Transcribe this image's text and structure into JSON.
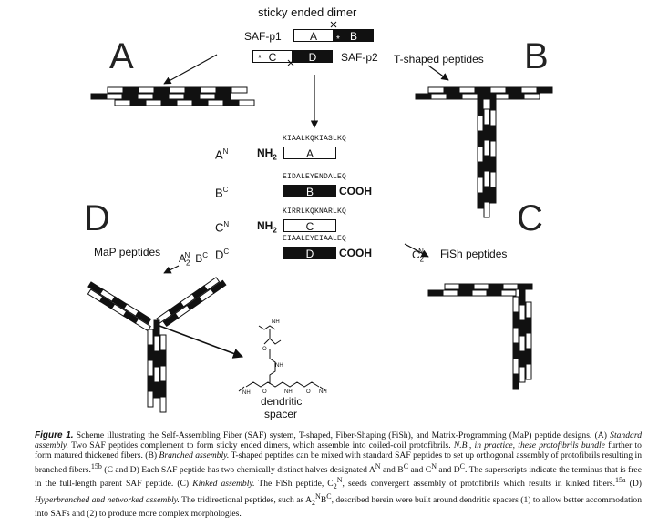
{
  "panels": {
    "A": "A",
    "B": "B",
    "C": "C",
    "D": "D"
  },
  "header": {
    "title": "sticky ended dimer",
    "saf_p1": "SAF-p1",
    "saf_p2": "SAF-p2",
    "box_a": "A",
    "box_b": "B",
    "box_c": "C",
    "box_d": "D"
  },
  "labels": {
    "t_shaped": "T-shaped peptides",
    "map_peptides": "MaP peptides",
    "fish_peptides": "FiSh peptides",
    "dendritic_1": "dendritic",
    "dendritic_2": "spacer"
  },
  "peptides": [
    {
      "name": "A",
      "sup": "N",
      "seq": "KIAALKQKIASLKQ",
      "box": "A",
      "term_left": "NH",
      "term_sub": "2",
      "term_right": ""
    },
    {
      "name": "B",
      "sup": "C",
      "seq": "EIDALEYENDALEQ",
      "box": "B",
      "term_left": "",
      "term_sub": "",
      "term_right": "COOH"
    },
    {
      "name": "C",
      "sup": "N",
      "seq": "KIRRLKQKNARLKQ",
      "box": "C",
      "term_left": "NH",
      "term_sub": "2",
      "term_right": ""
    },
    {
      "name": "D",
      "sup": "C",
      "seq": "EIAALEYEIAALEQ",
      "box": "D",
      "term_left": "",
      "term_sub": "",
      "term_right": "COOH"
    }
  ],
  "combo_labels": {
    "map_formula": "A",
    "map_sub": "2",
    "map_sup_n": "N",
    "map_b": "B",
    "map_sup_c": "C",
    "fish_c": "C",
    "fish_sub": "2",
    "fish_sup_n": "N"
  },
  "caption": {
    "figure_label": "Figure 1.",
    "text_1": " Scheme illustrating the Self-Assembling Fiber (SAF) system, T-shaped, Fiber-Shaping (FiSh), and Matrix-Programming (MaP) peptide designs. (A) ",
    "italic_1": "Standard assembly.",
    "text_2": " Two SAF peptides complement to form sticky ended dimers, which assemble into coiled-coil protofibrils. ",
    "italic_2": "N.B., in practice, these protofibrils bundle",
    "text_3": " further to form matured thickened fibers. (B) ",
    "italic_3": "Branched assembly.",
    "text_4": " T-shaped peptides can be mixed with standard SAF peptides to set up orthogonal assembly of protofibrils resulting in branched fibers.",
    "ref_1": "15b",
    "text_5": " (C and D) Each SAF peptide has two chemically distinct halves designated A",
    "text_6": " and B",
    "text_7": " and C",
    "text_8": " and D",
    "text_9": ". The superscripts indicate the terminus that is free in the full-length parent SAF peptide. (C) ",
    "italic_4": "Kinked assembly.",
    "text_10": " The FiSh peptide, C",
    "text_11": ", seeds convergent assembly of protofibrils which results in kinked fibers.",
    "ref_2": "15a",
    "text_12": " (D) ",
    "italic_5": "Hyperbranched and networked assembly.",
    "text_13": " The tridirectional peptides, such as A",
    "text_14": "B",
    "text_15": ", described herein were built around dendritic spacers (1) to allow better accommodation into SAFs and (2) to produce more complex morphologies.",
    "sup_n": "N",
    "sup_c": "C",
    "sub_2": "2"
  },
  "colors": {
    "ink": "#111111",
    "paper": "#ffffff"
  }
}
